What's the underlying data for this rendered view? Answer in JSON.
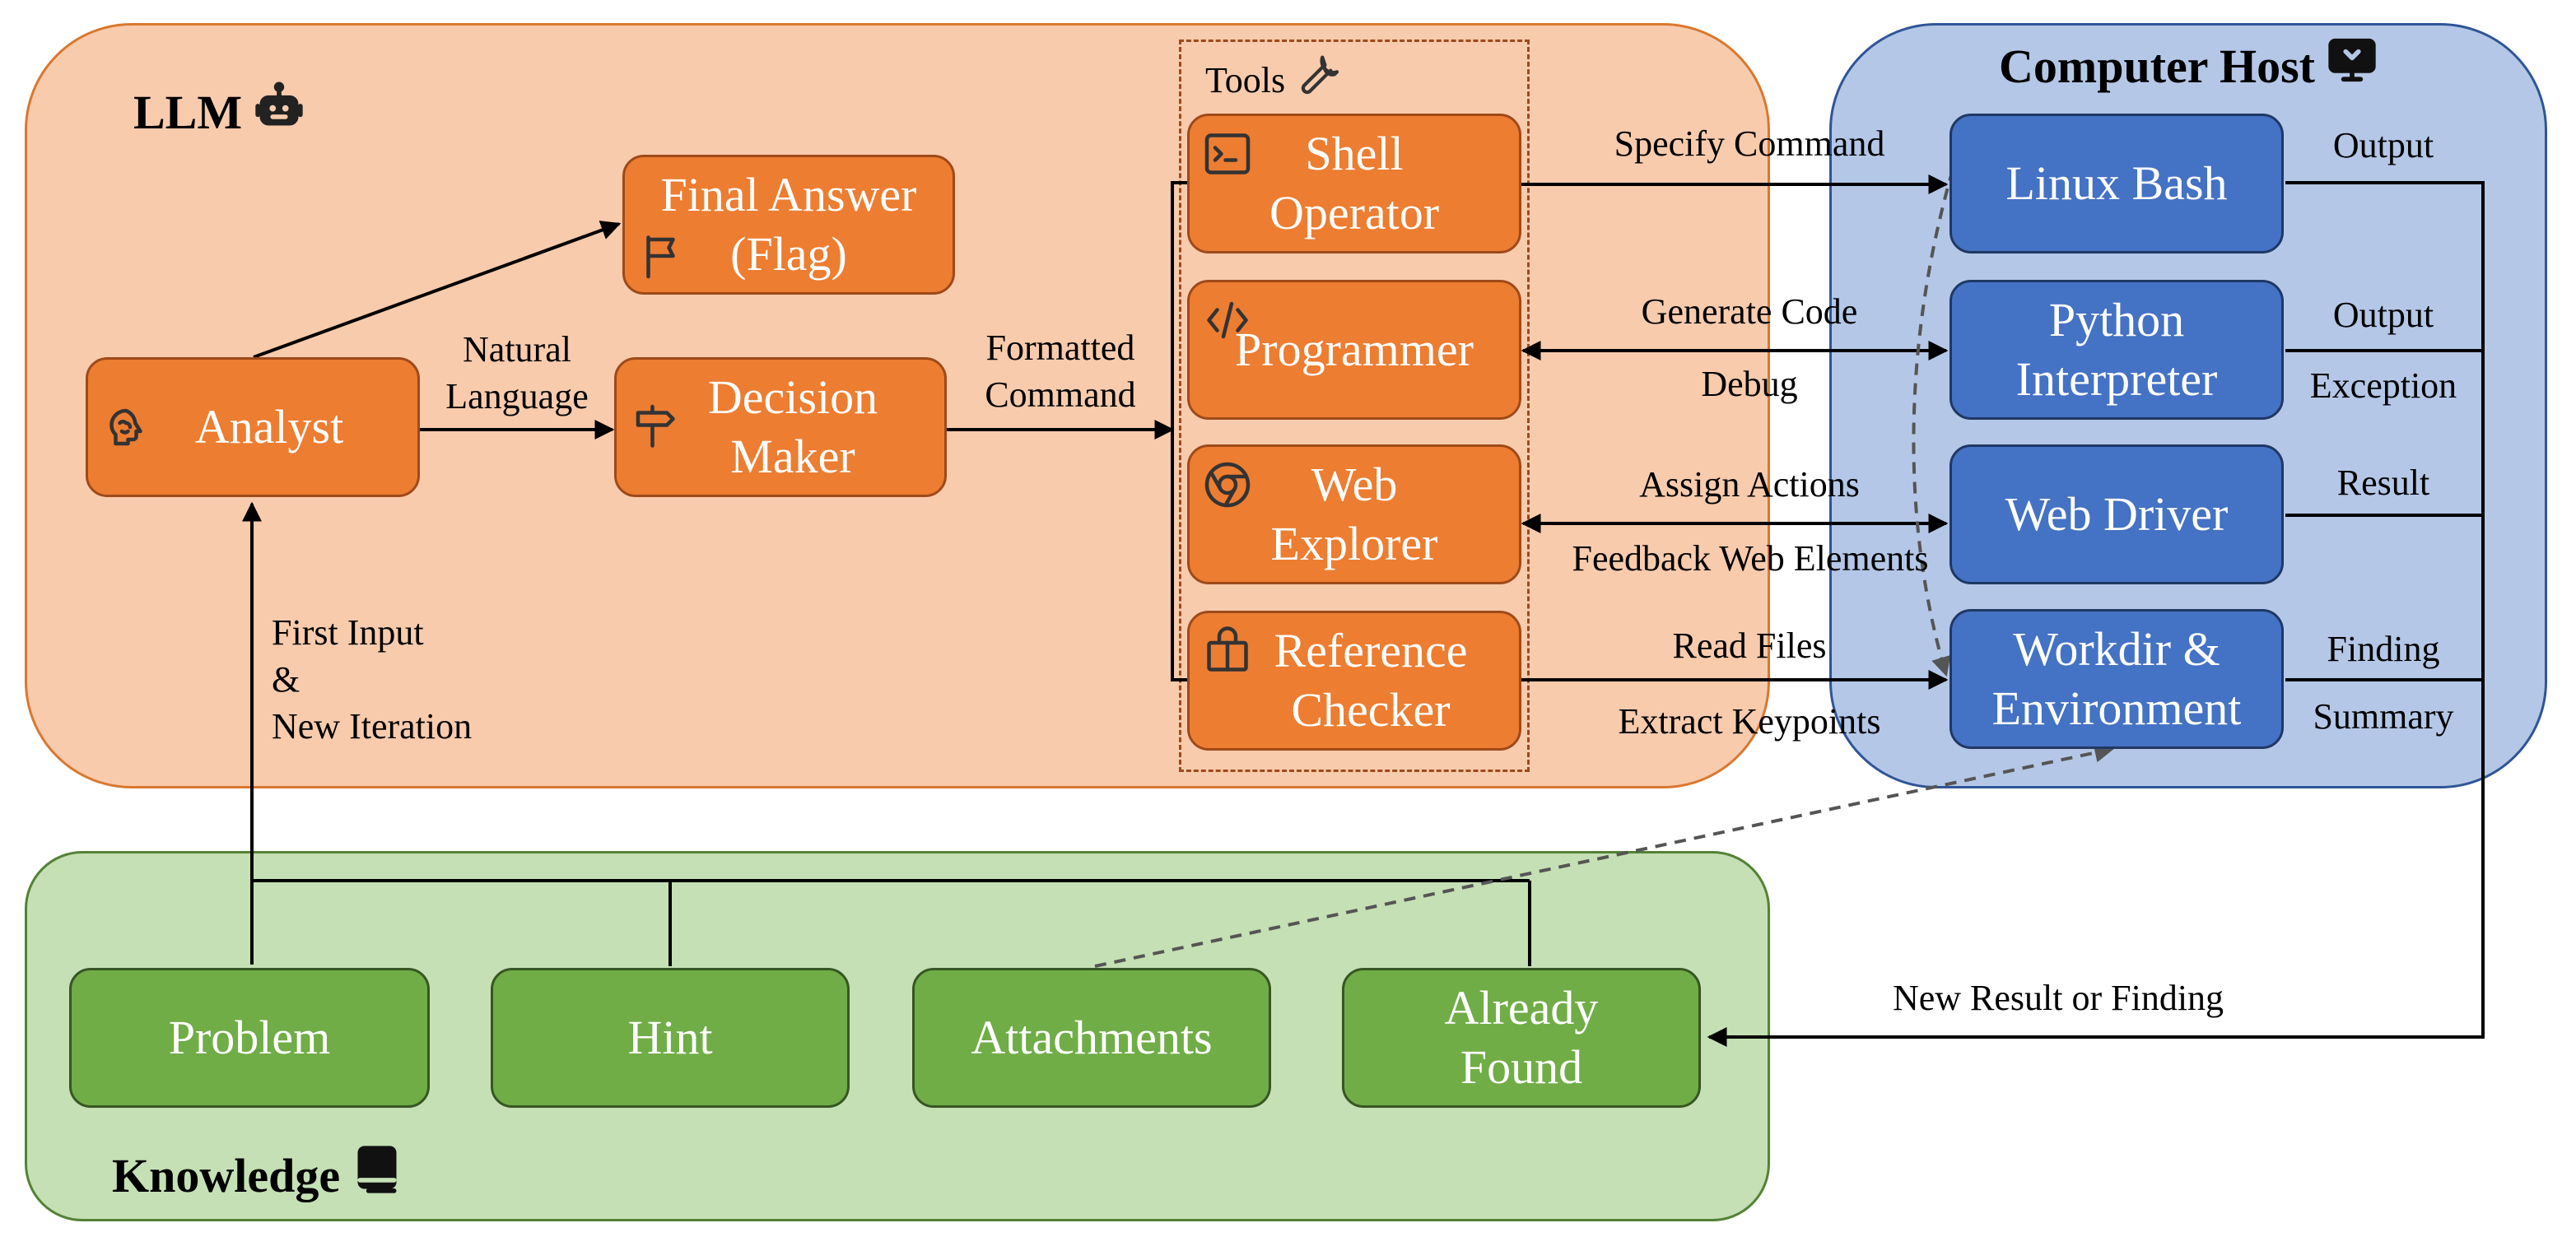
{
  "regions": {
    "llm_title": "LLM",
    "host_title": "Computer Host",
    "knowledge_title": "Knowledge",
    "tools_title": "Tools"
  },
  "nodes": {
    "analyst": "Analyst",
    "final_answer": "Final Answer\n(Flag)",
    "decision_maker": "Decision\nMaker",
    "shell_operator": "Shell\nOperator",
    "programmer": "Programmer",
    "web_explorer": "Web\nExplorer",
    "reference_checker": "Reference\nChecker",
    "linux_bash": "Linux Bash",
    "python_interpreter": "Python\nInterpreter",
    "web_driver": "Web Driver",
    "workdir": "Workdir &\nEnvironment",
    "problem": "Problem",
    "hint": "Hint",
    "attachments": "Attachments",
    "already_found": "Already\nFound"
  },
  "edge_labels": {
    "natural_language": "Natural\nLanguage",
    "formatted_command": "Formatted\nCommand",
    "specify_command": "Specify Command",
    "generate_code": "Generate Code",
    "debug": "Debug",
    "assign_actions": "Assign Actions",
    "feedback_web": "Feedback Web Elements",
    "read_files": "Read Files",
    "extract_keypoints": "Extract Keypoints",
    "output1": "Output",
    "output2": "Output",
    "exception": "Exception",
    "result": "Result",
    "finding": "Finding",
    "summary": "Summary",
    "first_input": "First Input\n&\nNew Iteration",
    "new_result": "New Result or Finding"
  },
  "colors": {
    "llm_bg": "#f8cbad",
    "host_bg": "#b4c7e7",
    "knowledge_bg": "#c5e0b4",
    "orange_node": "#ed7d31",
    "blue_node": "#4472c4",
    "green_node": "#70ad47"
  },
  "icons": {
    "llm": "robot-icon",
    "host": "monitor-icon",
    "knowledge": "book-icon",
    "tools": "wrench-icon",
    "analyst": "brain-icon",
    "final_answer": "flag-icon",
    "decision_maker": "signpost-icon",
    "shell_operator": "terminal-icon",
    "programmer": "code-icon",
    "web_explorer": "chrome-icon",
    "reference_checker": "book-open-icon"
  }
}
